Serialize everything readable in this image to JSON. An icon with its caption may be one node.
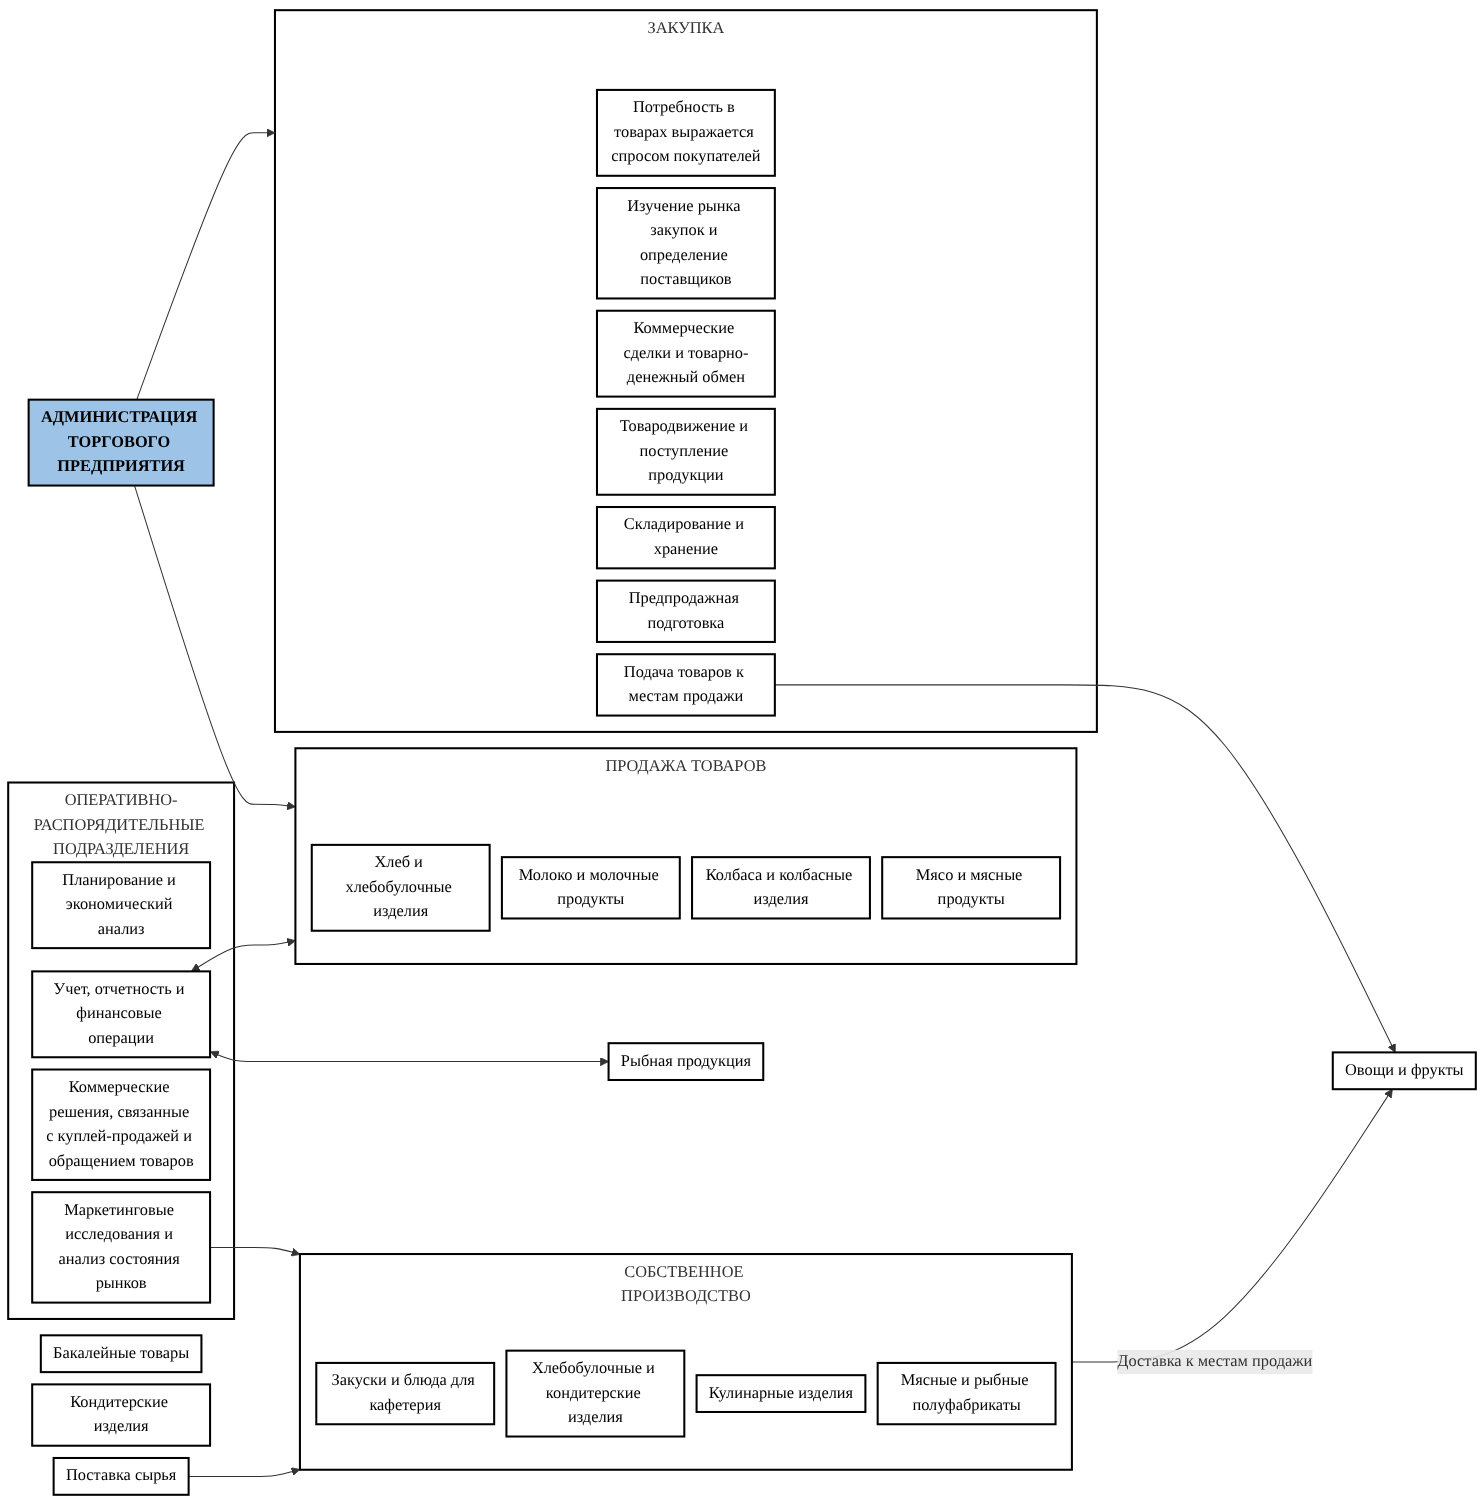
{
  "diagram": {
    "nodes": [
      {
        "text": [
          "АДМИНИСТРАЦИЯ ТОРГОВОГО ПРЕДПРИЯТИЯ"
        ]
      },
      {
        "text": [
          "ЗАКУПКА"
        ]
      },
      {
        "text": [
          "Потребность в товарах выражается спросом покупателей"
        ],
        "in": 1
      },
      {
        "text": [
          "Изучение рынка закупок и определение поставщиков"
        ],
        "in": 1
      },
      {
        "text": [
          "Коммерческие сделки и товарно-денежный обмен"
        ],
        "in": 1
      },
      {
        "text": [
          "Товародвижение и поступление продукции"
        ],
        "in": 1
      },
      {
        "text": [
          "Складирование и хранение"
        ],
        "in": 1
      },
      {
        "text": [
          "Предпродажная подготовка"
        ],
        "in": 1
      },
      {
        "text": [
          "Подача товаров к местам продажи"
        ],
        "in": 1
      },
      {
        "text": [
          "ОПЕРАТИВНО-РАСПОРЯДИТЕЛЬНЫЕ ПОДРАЗДЕЛЕНИЯ"
        ]
      },
      {
        "text": [
          "Планирование и экономический анализ"
        ],
        "in": 9
      },
      {
        "text": [
          "Учет, отчетность и финансовые операции"
        ],
        "in": 9
      },
      {
        "text": [
          "Коммерческие решения, связанные с куплей-продажей и обращением товаров"
        ],
        "in": 9
      },
      {
        "text": [
          "Маркетинговые исследования и анализ состояния рынков"
        ],
        "in": 9
      },
      {
        "text": [
          "ПРОДАЖА ТОВАРОВ"
        ]
      },
      {
        "text": [
          "Хлеб и хлебобулочные изделия"
        ],
        "in": 14
      },
      {
        "text": [
          "Молоко и молочные продукты"
        ],
        "in": 14
      },
      {
        "text": [
          "Колбаса и колбасные изделия"
        ],
        "in": 14
      },
      {
        "text": [
          "Мясо и мясные продукты"
        ],
        "in": 14
      },
      {
        "text": [
          "Рыбная продукция"
        ]
      },
      {
        "text": [
          "Бакалейные товары"
        ]
      },
      {
        "text": [
          "Кондитерские изделия"
        ]
      },
      {
        "text": [
          "Овощи и фрукты"
        ]
      },
      {
        "text": [
          "СОБСТВЕННОЕ ПРОИЗВОДСТВО"
        ]
      },
      {
        "text": [
          "Закуски и блюда для кафетерия"
        ],
        "in": 23
      },
      {
        "text": [
          "Хлебобулочные и кондитерские изделия"
        ],
        "in": 23
      },
      {
        "text": [
          "Кулинарные изделия"
        ],
        "in": 23
      },
      {
        "text": [
          "Мясные и рыбные полуфабрикаты"
        ],
        "in": 23
      },
      {
        "text": [
          "Поставка сырья"
        ]
      }
    ],
    "edges": [
      {
        "from": 0,
        "to": 1,
        "arrow": "to"
      },
      {
        "from": 0,
        "to": 14,
        "arrow": "to"
      },
      {
        "from": 11,
        "to": 14,
        "arrow": "both"
      },
      {
        "from": 11,
        "to": 19,
        "arrow": "both"
      },
      {
        "from": 8,
        "to": 22,
        "arrow": "to"
      },
      {
        "from": 13,
        "to": 23,
        "arrow": "to"
      },
      {
        "from": 28,
        "to": 23,
        "arrow": "to"
      },
      {
        "from": 23,
        "to": 22,
        "arrow": "to",
        "label": "Доставка к местам продажи"
      }
    ]
  }
}
